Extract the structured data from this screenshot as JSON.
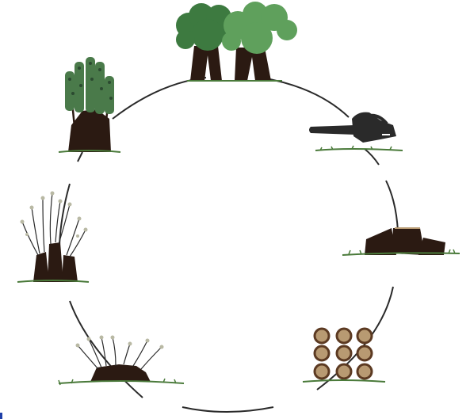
{
  "diagram": {
    "stages": [
      {
        "name": "mature-trees-stage",
        "icon": "trees-icon"
      },
      {
        "name": "felling-stage",
        "icon": "chainsaw-icon"
      },
      {
        "name": "stumps-stage",
        "icon": "cut-stumps-icon"
      },
      {
        "name": "log-pile-stage",
        "icon": "log-pile-icon"
      },
      {
        "name": "stool-regrowth-stage",
        "icon": "sprouting-stool-icon"
      },
      {
        "name": "young-coppice-stage",
        "icon": "young-shoots-icon"
      },
      {
        "name": "dense-coppice-stage",
        "icon": "dense-coppice-icon"
      }
    ],
    "colors": {
      "tree_dark": "#3d7a40",
      "tree_light": "#5fa05c",
      "trunk": "#2b1a12",
      "grass": "#4a7a3a",
      "cycle_line": "#2a2a2a",
      "log_face": "#b89a72",
      "corner_mark": "#1f3fa8"
    }
  }
}
